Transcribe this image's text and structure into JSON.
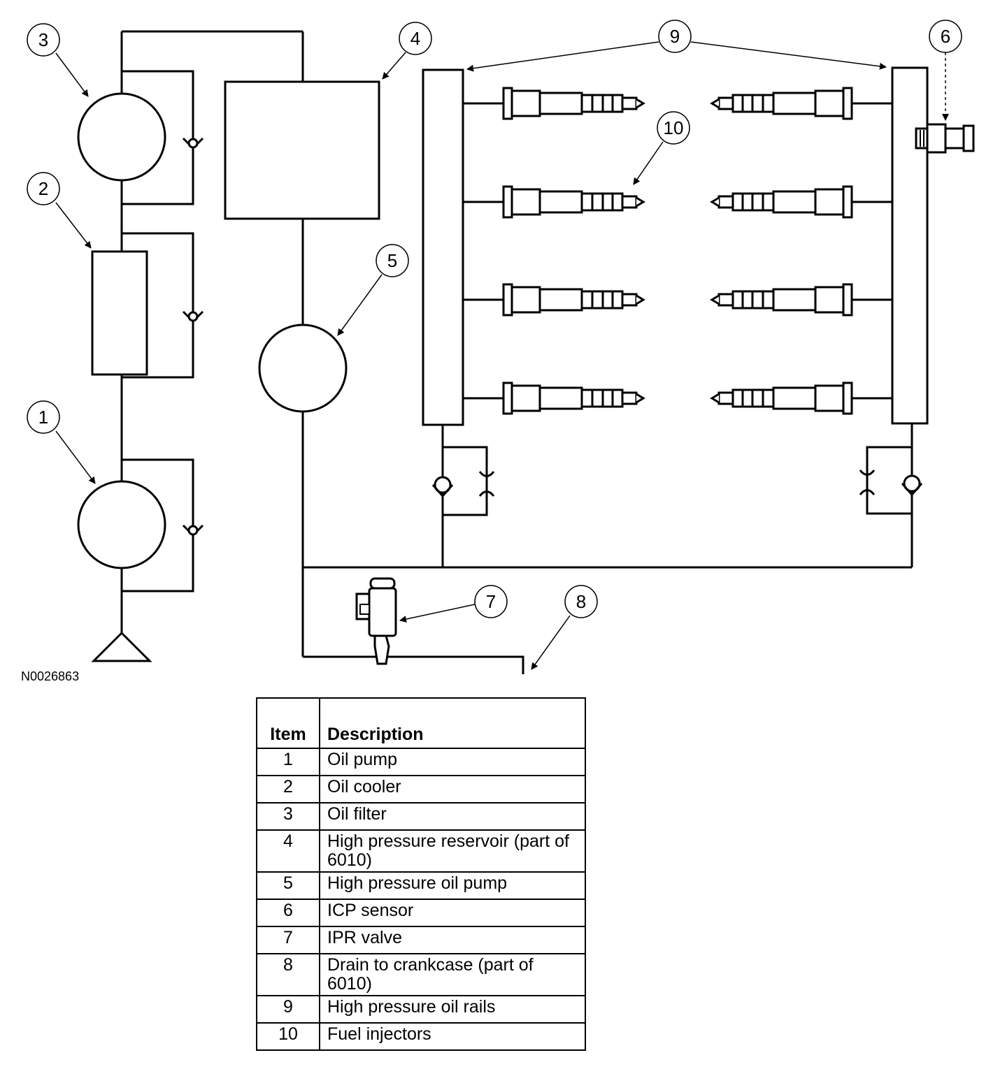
{
  "figure_id": "N0026863",
  "callouts": [
    "1",
    "2",
    "3",
    "4",
    "5",
    "6",
    "7",
    "8",
    "9",
    "10"
  ],
  "legend": {
    "headers": {
      "item": "Item",
      "description": "Description"
    },
    "rows": [
      {
        "item": "1",
        "description": "Oil pump"
      },
      {
        "item": "2",
        "description": "Oil cooler"
      },
      {
        "item": "3",
        "description": "Oil filter"
      },
      {
        "item": "4",
        "description": "High pressure reservoir (part of 6010)"
      },
      {
        "item": "5",
        "description": "High pressure oil pump"
      },
      {
        "item": "6",
        "description": "ICP sensor"
      },
      {
        "item": "7",
        "description": "IPR valve"
      },
      {
        "item": "8",
        "description": "Drain to crankcase (part of 6010)"
      },
      {
        "item": "9",
        "description": "High pressure oil rails"
      },
      {
        "item": "10",
        "description": "Fuel injectors"
      }
    ]
  }
}
